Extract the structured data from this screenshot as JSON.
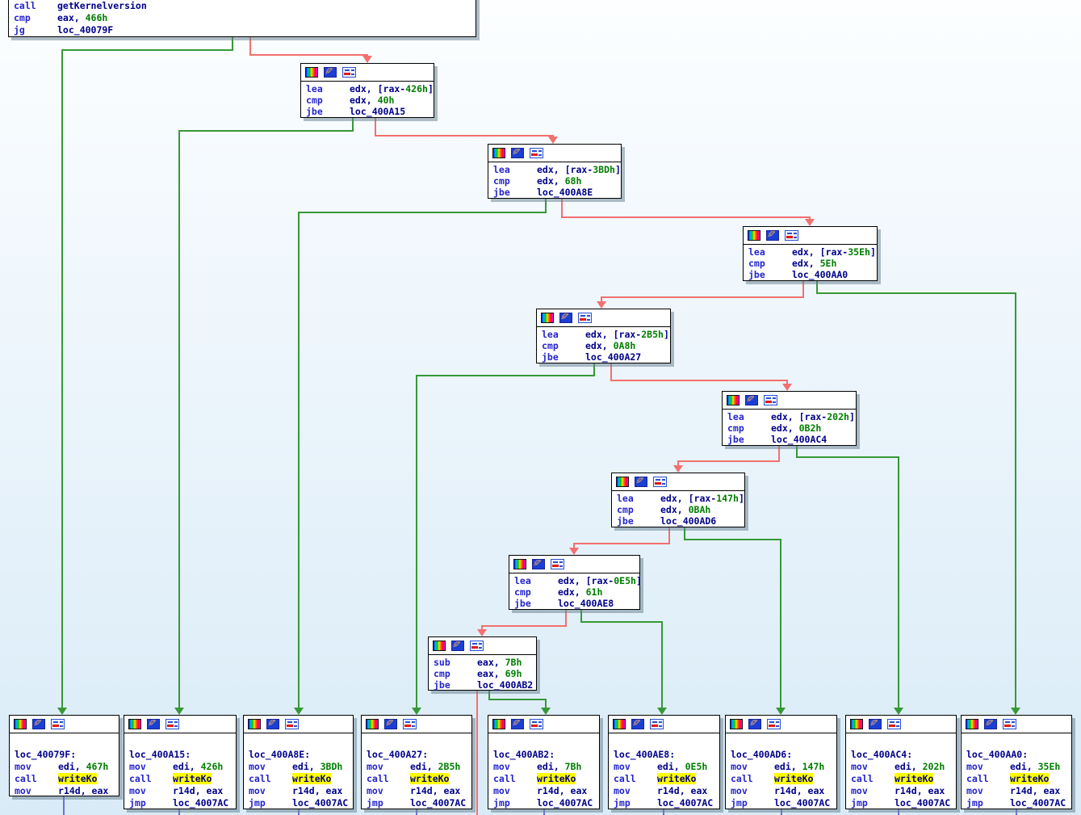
{
  "view": {
    "name": "disassembly-flow-graph"
  },
  "icons": [
    "node-color-icon",
    "edit-node-icon",
    "group-node-icon"
  ],
  "colors": {
    "background_top": "#fcfeff",
    "background_bottom": "#d9ebf7",
    "node_background": "#ffffff",
    "node_border": "#000000",
    "mnemonic": "#2525cd",
    "operand": "#00008b",
    "number": "#007d00",
    "highlight_bg": "#ffff00",
    "edge_true": "#379837",
    "edge_false": "#f2706e",
    "edge_unconditional": "#6f6fdd"
  },
  "blocks": [
    {
      "id": "entry",
      "lines": [
        {
          "m": "call",
          "op": "getKernelversion"
        },
        {
          "m": "cmp",
          "op": "eax, ",
          "num": "466h"
        },
        {
          "m": "jg",
          "op": "loc_40079F"
        }
      ]
    },
    {
      "id": "cmp-rax-426h",
      "lines": [
        {
          "m": "lea",
          "op": "edx, [rax-",
          "num": "426h",
          "post": "]"
        },
        {
          "m": "cmp",
          "op": "edx, ",
          "num": "40h"
        },
        {
          "m": "jbe",
          "op": "loc_400A15"
        }
      ]
    },
    {
      "id": "cmp-rax-3BDh",
      "lines": [
        {
          "m": "lea",
          "op": "edx, [rax-",
          "num": "3BDh",
          "post": "]"
        },
        {
          "m": "cmp",
          "op": "edx, ",
          "num": "68h"
        },
        {
          "m": "jbe",
          "op": "loc_400A8E"
        }
      ]
    },
    {
      "id": "cmp-rax-35Eh",
      "lines": [
        {
          "m": "lea",
          "op": "edx, [rax-",
          "num": "35Eh",
          "post": "]"
        },
        {
          "m": "cmp",
          "op": "edx, ",
          "num": "5Eh"
        },
        {
          "m": "jbe",
          "op": "loc_400AA0"
        }
      ]
    },
    {
      "id": "cmp-rax-2B5h",
      "lines": [
        {
          "m": "lea",
          "op": "edx, [rax-",
          "num": "2B5h",
          "post": "]"
        },
        {
          "m": "cmp",
          "op": "edx, ",
          "num": "0A8h"
        },
        {
          "m": "jbe",
          "op": "loc_400A27"
        }
      ]
    },
    {
      "id": "cmp-rax-202h",
      "lines": [
        {
          "m": "lea",
          "op": "edx, [rax-",
          "num": "202h",
          "post": "]"
        },
        {
          "m": "cmp",
          "op": "edx, ",
          "num": "0B2h"
        },
        {
          "m": "jbe",
          "op": "loc_400AC4"
        }
      ]
    },
    {
      "id": "cmp-rax-147h",
      "lines": [
        {
          "m": "lea",
          "op": "edx, [rax-",
          "num": "147h",
          "post": "]"
        },
        {
          "m": "cmp",
          "op": "edx, ",
          "num": "0BAh"
        },
        {
          "m": "jbe",
          "op": "loc_400AD6"
        }
      ]
    },
    {
      "id": "cmp-rax-0E5h",
      "lines": [
        {
          "m": "lea",
          "op": "edx, [rax-",
          "num": "0E5h",
          "post": "]"
        },
        {
          "m": "cmp",
          "op": "edx, ",
          "num": "61h"
        },
        {
          "m": "jbe",
          "op": "loc_400AE8"
        }
      ]
    },
    {
      "id": "sub-7Bh",
      "lines": [
        {
          "m": "sub",
          "op": "eax, ",
          "num": "7Bh"
        },
        {
          "m": "cmp",
          "op": "eax, ",
          "num": "69h"
        },
        {
          "m": "jbe",
          "op": "loc_400AB2"
        }
      ]
    },
    {
      "id": "loc_40079F",
      "lines": [
        {
          "label": "loc_40079F:"
        },
        {
          "m": "mov",
          "op": "edi, ",
          "num": "467h"
        },
        {
          "m": "call",
          "hl": "writeKo"
        },
        {
          "m": "mov",
          "op": "r14d, eax"
        }
      ]
    },
    {
      "id": "loc_400A15",
      "lines": [
        {
          "label": "loc_400A15:"
        },
        {
          "m": "mov",
          "op": "edi, ",
          "num": "426h"
        },
        {
          "m": "call",
          "hl": "writeKo"
        },
        {
          "m": "mov",
          "op": "r14d, eax"
        },
        {
          "m": "jmp",
          "op": "loc_4007AC"
        }
      ]
    },
    {
      "id": "loc_400A8E",
      "lines": [
        {
          "label": "loc_400A8E:"
        },
        {
          "m": "mov",
          "op": "edi, ",
          "num": "3BDh"
        },
        {
          "m": "call",
          "hl": "writeKo"
        },
        {
          "m": "mov",
          "op": "r14d, eax"
        },
        {
          "m": "jmp",
          "op": "loc_4007AC"
        }
      ]
    },
    {
      "id": "loc_400A27",
      "lines": [
        {
          "label": "loc_400A27:"
        },
        {
          "m": "mov",
          "op": "edi, ",
          "num": "2B5h"
        },
        {
          "m": "call",
          "hl": "writeKo"
        },
        {
          "m": "mov",
          "op": "r14d, eax"
        },
        {
          "m": "jmp",
          "op": "loc_4007AC"
        }
      ]
    },
    {
      "id": "loc_400AB2",
      "lines": [
        {
          "label": "loc_400AB2:"
        },
        {
          "m": "mov",
          "op": "edi, ",
          "num": "7Bh"
        },
        {
          "m": "call",
          "hl": "writeKo"
        },
        {
          "m": "mov",
          "op": "r14d, eax"
        },
        {
          "m": "jmp",
          "op": "loc_4007AC"
        }
      ]
    },
    {
      "id": "loc_400AE8",
      "lines": [
        {
          "label": "loc_400AE8:"
        },
        {
          "m": "mov",
          "op": "edi, ",
          "num": "0E5h"
        },
        {
          "m": "call",
          "hl": "writeKo"
        },
        {
          "m": "mov",
          "op": "r14d, eax"
        },
        {
          "m": "jmp",
          "op": "loc_4007AC"
        }
      ]
    },
    {
      "id": "loc_400AD6",
      "lines": [
        {
          "label": "loc_400AD6:"
        },
        {
          "m": "mov",
          "op": "edi, ",
          "num": "147h"
        },
        {
          "m": "call",
          "hl": "writeKo"
        },
        {
          "m": "mov",
          "op": "r14d, eax"
        },
        {
          "m": "jmp",
          "op": "loc_4007AC"
        }
      ]
    },
    {
      "id": "loc_400AC4",
      "lines": [
        {
          "label": "loc_400AC4:"
        },
        {
          "m": "mov",
          "op": "edi, ",
          "num": "202h"
        },
        {
          "m": "call",
          "hl": "writeKo"
        },
        {
          "m": "mov",
          "op": "r14d, eax"
        },
        {
          "m": "jmp",
          "op": "loc_4007AC"
        }
      ]
    },
    {
      "id": "loc_400AA0",
      "lines": [
        {
          "label": "loc_400AA0:"
        },
        {
          "m": "mov",
          "op": "edi, ",
          "num": "35Eh"
        },
        {
          "m": "call",
          "hl": "writeKo"
        },
        {
          "m": "mov",
          "op": "r14d, eax"
        },
        {
          "m": "jmp",
          "op": "loc_4007AC"
        }
      ]
    }
  ]
}
